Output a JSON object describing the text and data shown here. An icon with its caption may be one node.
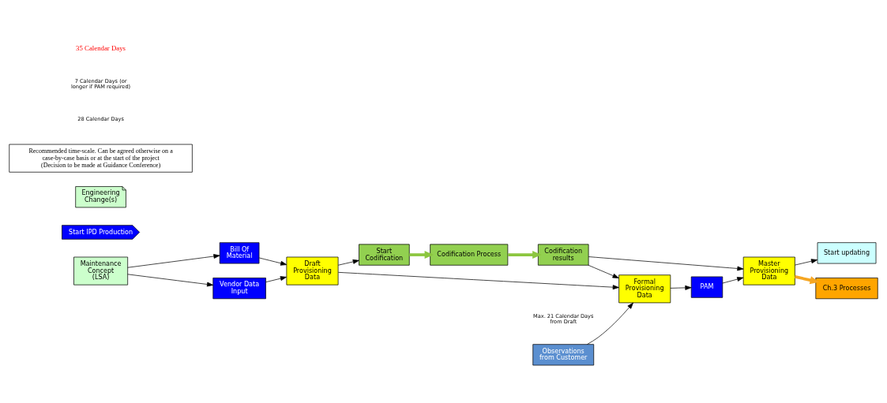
{
  "diagram": {
    "nodes": [
      {
        "text": [
          "Codification Process"
        ]
      },
      {
        "text": [
          "Start IPD Production"
        ]
      },
      {
        "text": [
          "Start Codification"
        ]
      },
      {
        "text": [
          "Codification results"
        ]
      },
      {
        "text": [
          "Start updating"
        ]
      },
      {
        "text": [
          "Maintenance Concept (LSA)"
        ]
      },
      {
        "text": [
          "Engineering Change(s)"
        ]
      },
      {
        "text": [
          "Bill Of Material"
        ]
      },
      {
        "text": [
          "Vendor Data Input"
        ]
      },
      {
        "text": [
          "Draft Provisioning Data"
        ]
      },
      {
        "text": [
          "Formal Provisioning Data"
        ]
      },
      {
        "text": [
          "PAM"
        ]
      },
      {
        "text": [
          "Master Provisioning Data"
        ]
      },
      {
        "text": [
          "Ch.3 Processes"
        ]
      },
      {
        "text": [
          "Observations from Customer"
        ],
        "beside": [
          "Max. 21 Calendar Days from Draft"
        ]
      },
      {
        "text": [
          "Recommended time-scale. Can be agreed otherwise on a case-by-case basis or at the start of the project (Decision to be made at Guidance Conference)"
        ]
      }
    ],
    "edges": [
      {
        "from": 5,
        "to": 7,
        "arrow": "to"
      },
      {
        "from": 5,
        "to": 8,
        "arrow": "to"
      },
      {
        "from": 7,
        "to": 9,
        "arrow": "to"
      },
      {
        "from": 8,
        "to": 9,
        "arrow": "to"
      },
      {
        "from": 9,
        "to": 2,
        "arrow": "to"
      },
      {
        "from": 2,
        "to": 0,
        "arrow": "to",
        "style": "thick",
        "color": "#8cc63f"
      },
      {
        "from": 0,
        "to": 3,
        "arrow": "to",
        "style": "thick",
        "color": "#8cc63f"
      },
      {
        "from": 3,
        "to": 10,
        "arrow": "to"
      },
      {
        "from": 3,
        "to": 12,
        "arrow": "to"
      },
      {
        "from": 9,
        "to": 10,
        "arrow": "to"
      },
      {
        "from": 10,
        "to": 11,
        "arrow": "to"
      },
      {
        "from": 11,
        "to": 12,
        "arrow": "to"
      },
      {
        "from": 14,
        "to": 10,
        "arrow": "to"
      },
      {
        "from": 12,
        "to": 4,
        "arrow": "to"
      },
      {
        "from": 12,
        "to": 13,
        "arrow": "to",
        "style": "thick",
        "color": "#f5a623"
      }
    ],
    "labels": [
      "28 Calendar Days",
      "7 Calendar Days (or longer if PAM required)",
      "35 Calendar Days"
    ]
  }
}
